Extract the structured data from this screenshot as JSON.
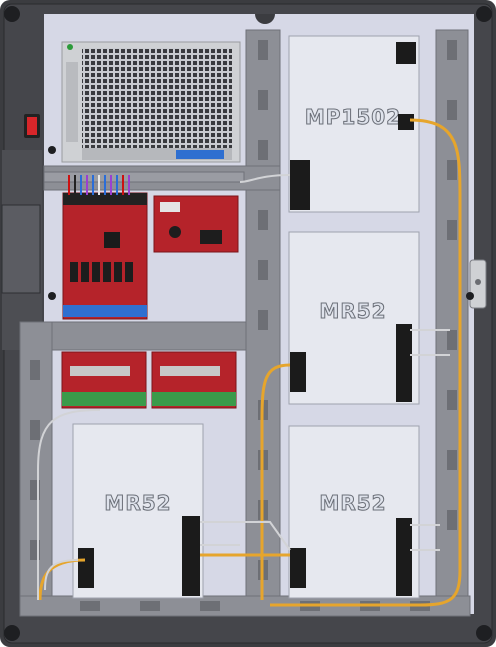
{
  "enclosure": {
    "boards": {
      "top_right": "MP1502",
      "mid_right": "MR52",
      "bottom_left": "MR52",
      "bottom_right": "MR52"
    }
  },
  "colors": {
    "enclosure": "#3b3c40",
    "rail": "#8d8f96",
    "backplate": "#d6d8e6",
    "board_panel": "#e6e8ef",
    "red_pcb": "#b5232a",
    "cable_orange": "#e6a52c",
    "cable_gray": "#d2d3d6",
    "terminal": "#1b1b1b",
    "led_green": "#5fd35f"
  },
  "icons": {
    "power_switch": "power-switch-icon",
    "tamper": "tamper-switch-icon",
    "mounting_hole": "mounting-hole-icon"
  }
}
